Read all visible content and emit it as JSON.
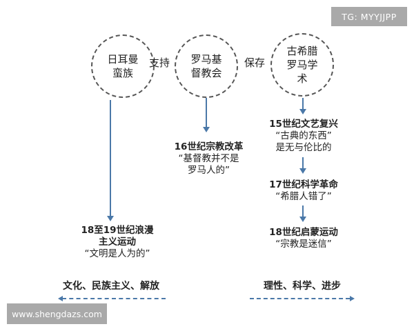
{
  "watermark_top": "TG: MYYJJPP",
  "watermark_bottom": "www.shengdazs.com",
  "circles": [
    {
      "line1": "日耳曼",
      "line2": "蛮族",
      "line3": ""
    },
    {
      "line1": "罗马基",
      "line2": "督教会",
      "line3": ""
    },
    {
      "line1": "古希腊",
      "line2": "罗马学",
      "line3": "术"
    }
  ],
  "connectors": [
    "支持",
    "保存"
  ],
  "nodes": {
    "romanticism": {
      "title1": "18至19世纪浪漫",
      "title2": "主义运动",
      "quote": "“文明是人为的”"
    },
    "reformation": {
      "title": "16世纪宗教改革",
      "quote1": "“基督教并不是",
      "quote2": "罗马人的”"
    },
    "renaissance": {
      "title": "15世纪文艺复兴",
      "quote1": "“古典的东西”",
      "quote2": "是无与伦比的"
    },
    "scientific": {
      "title": "17世纪科学革命",
      "quote": "“希腊人错了”"
    },
    "enlightenment": {
      "title": "18世纪启蒙运动",
      "quote": "“宗教是迷信”"
    }
  },
  "bottom": {
    "left_label": "文化、民族主义、解放",
    "right_label": "理性、科学、进步"
  },
  "colors": {
    "arrow": "#4a78a8",
    "circle_border": "#555555",
    "badge": "#a9a9a9"
  }
}
